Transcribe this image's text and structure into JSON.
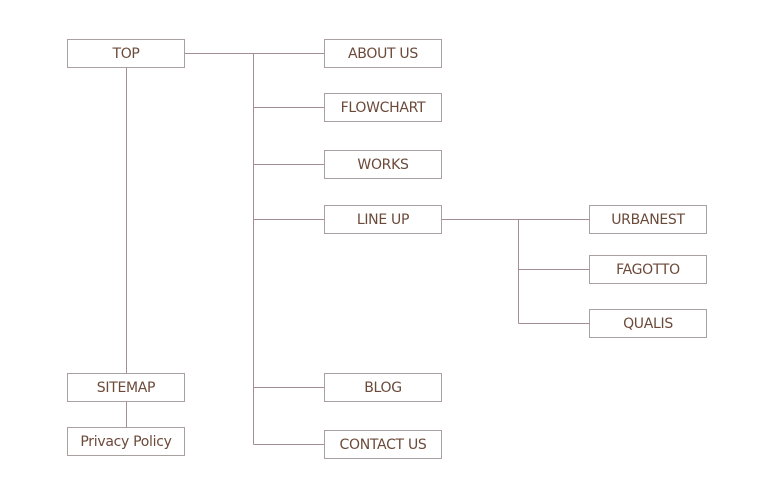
{
  "sitemap": {
    "top": "TOP",
    "about_us": "ABOUT US",
    "flowchart": "FLOWCHART",
    "works": "WORKS",
    "line_up": "LINE UP",
    "urbanest": "URBANEST",
    "fagotto": "FAGOTTO",
    "qualis": "QUALIS",
    "blog": "BLOG",
    "contact_us": "CONTACT US",
    "sitemap": "SITEMAP",
    "privacy_policy": "Privacy Policy"
  },
  "colors": {
    "text": "#6b4a3a",
    "box_border": "#a8a1a0",
    "connector": "#a48e95"
  }
}
